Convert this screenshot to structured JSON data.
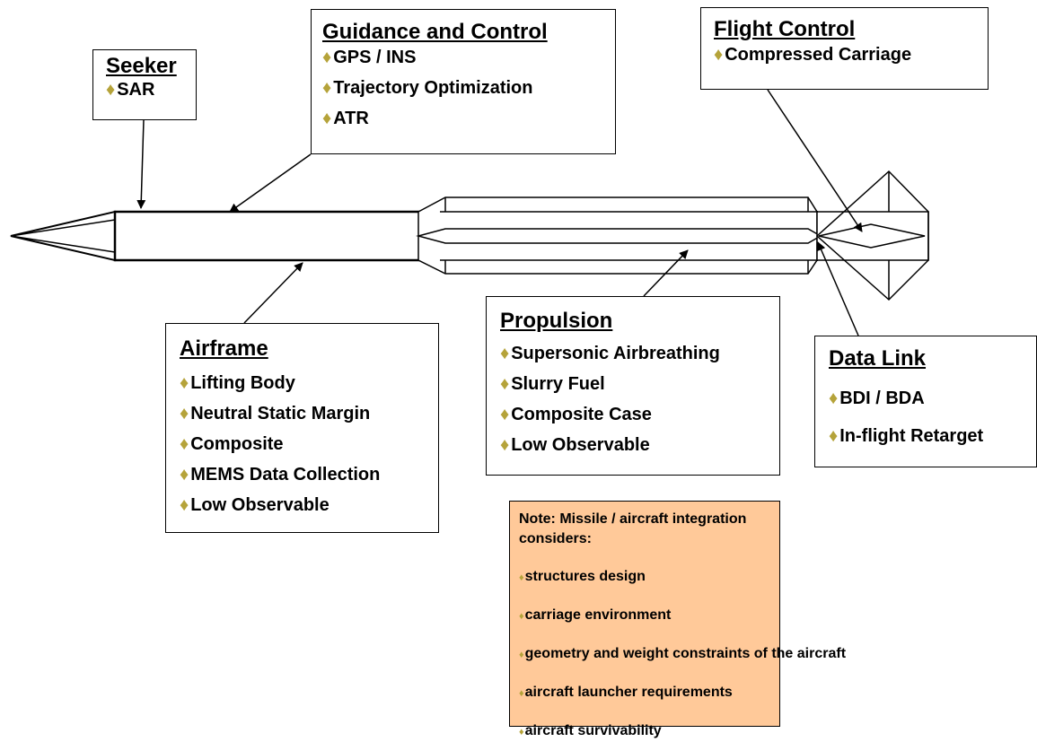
{
  "seeker": {
    "title": "Seeker",
    "items": [
      "SAR"
    ]
  },
  "guidance": {
    "title": "Guidance and Control",
    "items": [
      "GPS / INS",
      "Trajectory Optimization",
      "ATR"
    ]
  },
  "flight_control": {
    "title": "Flight Control",
    "items": [
      "Compressed Carriage"
    ]
  },
  "airframe": {
    "title": "Airframe",
    "items": [
      "Lifting Body",
      "Neutral Static Margin",
      "Composite",
      "MEMS Data Collection",
      "Low Observable"
    ]
  },
  "propulsion": {
    "title": "Propulsion",
    "items": [
      "Supersonic Airbreathing",
      "Slurry Fuel",
      "Composite Case",
      "Low Observable"
    ]
  },
  "data_link": {
    "title": "Data Link",
    "items": [
      "BDI / BDA",
      "In-flight Retarget"
    ]
  },
  "note": {
    "heading": "Note: Missile / aircraft integration considers:",
    "items": [
      "structures design",
      "carriage environment",
      "geometry and weight constraints of the aircraft",
      "aircraft launcher requirements",
      "aircraft survivability"
    ]
  },
  "bullet_symbol": "♦",
  "colors": {
    "bullet": "#b5a33a",
    "note_background": "#ffc999"
  }
}
